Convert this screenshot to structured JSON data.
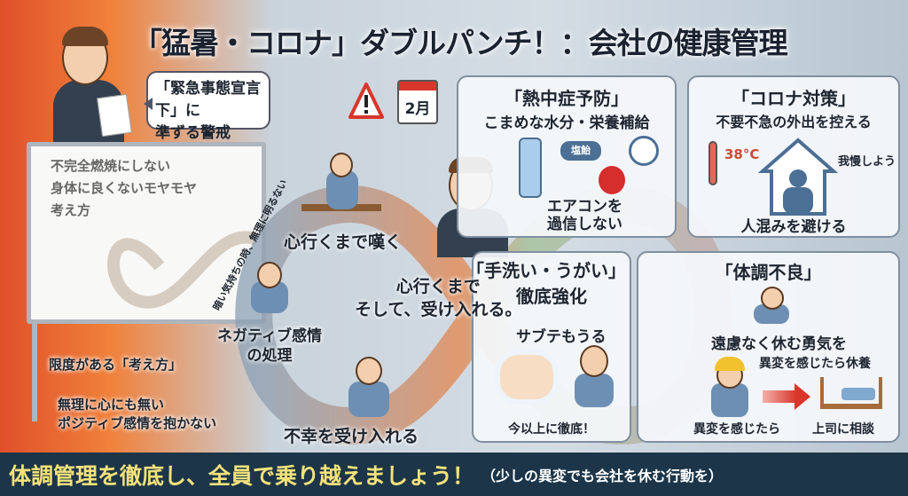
{
  "title": "「猛暑・コロナ」ダブルパンチ！：会社の健康管理",
  "alert": {
    "line1": "「緊急事態宣言下」に",
    "line2": "準ずる警戒",
    "icon": "warning-icon"
  },
  "calendar": {
    "label": "2月"
  },
  "whiteboard": {
    "line1": "不完全燃焼にしない",
    "line2": "身体に良くないモヤモヤ",
    "line3": "考え方"
  },
  "loop": {
    "arc_text": "暗い気持ちの時、無理に明るない",
    "step1": "心行くまで嘆く",
    "step2_line1": "ネガティブ感情",
    "step2_line2": "の処理",
    "step3": "不幸を受け入れる",
    "center_line1": "心行くまで",
    "center_line2": "そして、受け入れる。",
    "note1": "限度がある「考え方」",
    "note2_line1": "無理に心にも無い",
    "note2_line2": "ポジティブ感情を抱かない"
  },
  "cards": {
    "heat": {
      "title": "「熱中症予防」",
      "subtitle": "こまめな水分・栄養補給",
      "candy": "塩飴",
      "note_line1": "エアコンを",
      "note_line2": "過信しない"
    },
    "corona": {
      "title": "「コロナ対策」",
      "subtitle": "不要不急の外出を控える",
      "temp": "38°C",
      "speech": "我慢しよう",
      "note": "人混みを避ける"
    },
    "wash": {
      "title": "「手洗い・うがい」",
      "subtitle": "徹底強化",
      "note_top": "サブテもうる",
      "note": "今以上に徹底！"
    },
    "sick": {
      "title": "「体調不良」",
      "line1": "遠慮なく休む勇気を",
      "line2": "異変を感じたら休養",
      "left": "異変を感じたら",
      "right": "上司に相談"
    }
  },
  "banner": {
    "main": "体調管理を徹底し、全員で乗り越えましょう！",
    "sub": "（少しの異変でも会社を休む行動を）"
  },
  "colors": {
    "banner_bg": "#1c3549",
    "banner_text": "#f5e27a",
    "alert": "#d9362b"
  }
}
